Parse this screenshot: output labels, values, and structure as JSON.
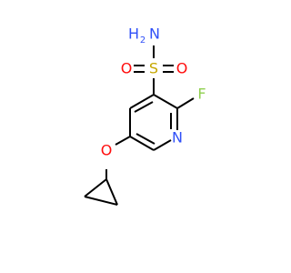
{
  "molecule": {
    "atoms": {
      "amine_h": "H",
      "amine_sub": "2",
      "amine_n": "N",
      "sulfur": "S",
      "sulfonyl_o_left": "O",
      "sulfonyl_o_right": "O",
      "fluorine": "F",
      "ring_n": "N",
      "ether_o": "O"
    }
  },
  "colors": {
    "bond": "#000000",
    "nitrogen": "#3050F8",
    "oxygen": "#FF0D0D",
    "sulfur": "#C6A700",
    "fluorine": "#90D050"
  }
}
